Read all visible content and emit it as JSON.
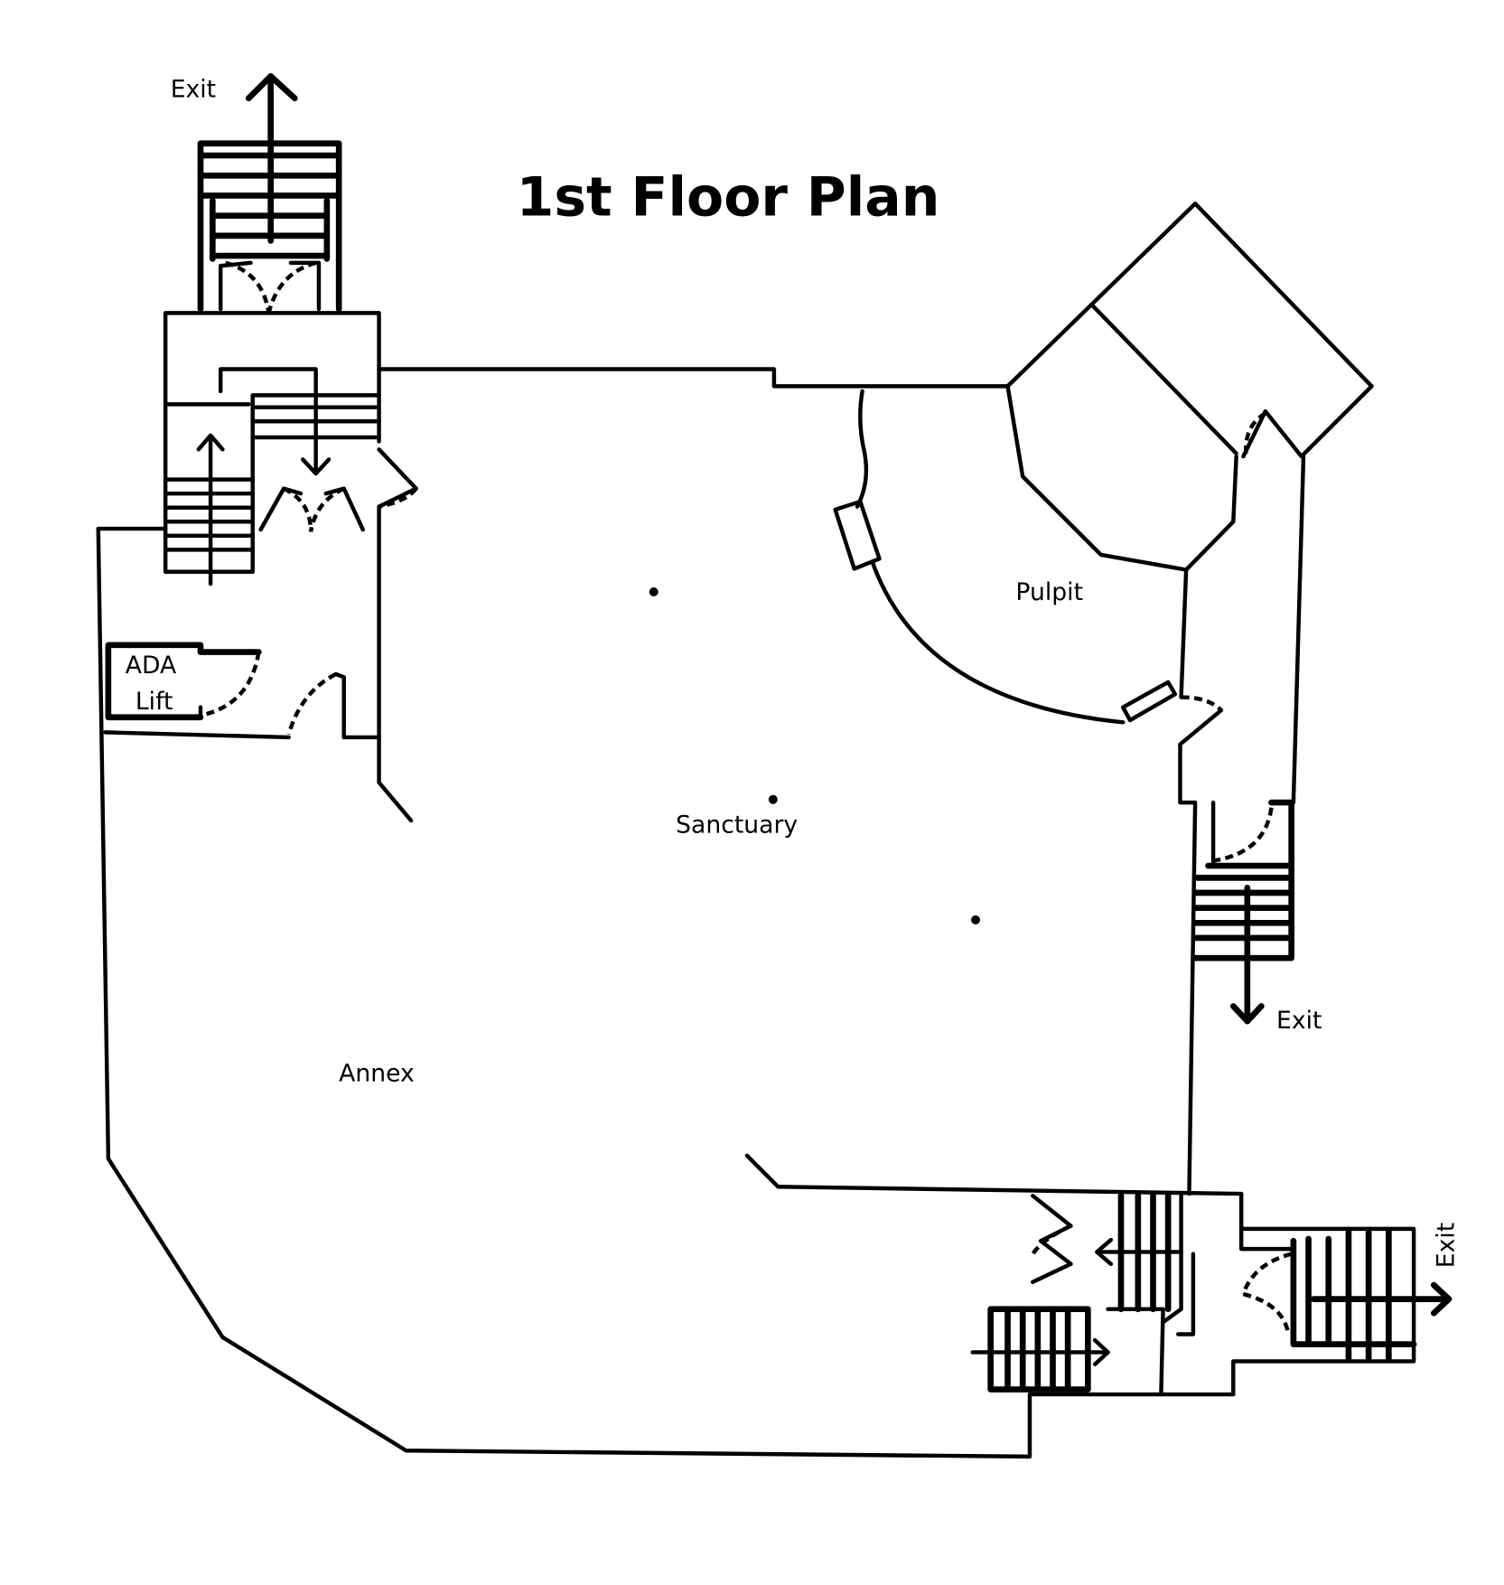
{
  "title": "1st Floor Plan",
  "rooms": {
    "sanctuary": "Sanctuary",
    "pulpit": "Pulpit",
    "annex": "Annex",
    "ada_lift_line1": "ADA",
    "ada_lift_line2": "Lift"
  },
  "exits": {
    "top_left": "Exit",
    "right": "Exit",
    "bottom_right": "Exit"
  }
}
